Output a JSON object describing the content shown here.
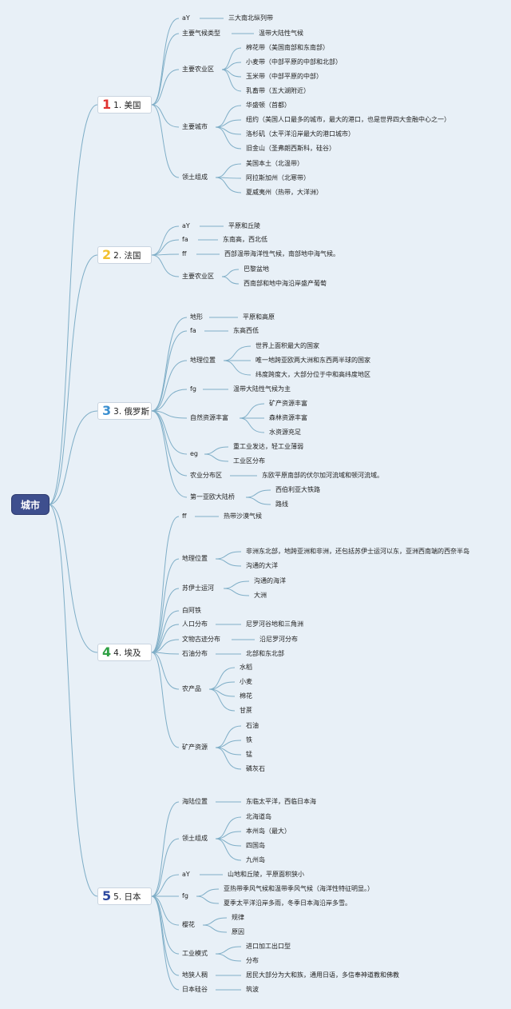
{
  "root": "城市",
  "branches": [
    {
      "num": "1",
      "label": "1. 美国",
      "color": "#e0322f",
      "children": [
        {
          "label": "aY",
          "items": [
            "三大南北纵列带"
          ]
        },
        {
          "label": "主要气候类型",
          "items": [
            "温带大陆性气候"
          ]
        },
        {
          "label": "主要农业区",
          "items": [
            "棉花带（美国南部和东南部）",
            "小麦带（中部平原的中部和北部）",
            "玉米带（中部平原的中部）",
            "乳畜带（五大湖附近）"
          ]
        },
        {
          "label": "主要城市",
          "items": [
            "华盛顿（首都）",
            "纽约（美国人口最多的城市，最大的港口，也是世界四大金融中心之一）",
            "洛杉矶（太平洋沿岸最大的港口城市）",
            "旧金山（圣弗朗西斯科，硅谷）"
          ]
        },
        {
          "label": "领土组成",
          "items": [
            "美国本土（北温带）",
            "阿拉斯加州（北寒带）",
            "夏威夷州（热带，大洋洲）"
          ]
        }
      ]
    },
    {
      "num": "2",
      "label": "2. 法国",
      "color": "#f2c12e",
      "children": [
        {
          "label": "aY",
          "items": [
            "平原和丘陵"
          ]
        },
        {
          "label": "fa",
          "items": [
            "东南高，西北低"
          ]
        },
        {
          "label": "ff",
          "items": [
            "西部温带海洋性气候，南部地中海气候。"
          ]
        },
        {
          "label": "主要农业区",
          "items": [
            "巴黎盆地",
            "西南部和地中海沿岸盛产葡萄"
          ]
        }
      ]
    },
    {
      "num": "3",
      "label": "3. 俄罗斯",
      "color": "#3a8fd0",
      "children": [
        {
          "label": "地形",
          "items": [
            "平原和高原"
          ]
        },
        {
          "label": "fa",
          "items": [
            "东高西低"
          ]
        },
        {
          "label": "地理位置",
          "items": [
            "世界上面积最大的国家",
            "唯一地跨亚欧两大洲和东西两半球的国家",
            "纬度跨度大，大部分位于中和高纬度地区"
          ]
        },
        {
          "label": "fg",
          "items": [
            "温带大陆性气候为主"
          ]
        },
        {
          "label": "自然资源丰富",
          "items": [
            "矿产资源丰富",
            "森林资源丰富",
            "水资源充足"
          ]
        },
        {
          "label": "eg",
          "items": [
            "重工业发达，轻工业薄弱",
            "工业区分布"
          ]
        },
        {
          "label": "农业分布区",
          "items": [
            "东欧平原南部的伏尔加河流域和顿河流域。"
          ]
        },
        {
          "label": "第一亚欧大陆桥",
          "items": [
            "西伯利亚大铁路",
            "路线"
          ]
        }
      ]
    },
    {
      "num": "4",
      "label": "4. 埃及",
      "color": "#2ea043",
      "children": [
        {
          "label": "ff",
          "items": [
            "热带沙漠气候"
          ]
        },
        {
          "label": "地理位置",
          "items": [
            "非洲东北部，地跨亚洲和非洲，还包括苏伊士运河以东，亚洲西南端的西奈半岛",
            "沟通的大洋"
          ]
        },
        {
          "label": "苏伊士运河",
          "items": [
            "沟通的海洋",
            "大洲"
          ]
        },
        {
          "label": "白阿铁",
          "items": []
        },
        {
          "label": "人口分布",
          "items": [
            "尼罗河谷地和三角洲"
          ]
        },
        {
          "label": "文物古迹分布",
          "items": [
            "沿尼罗河分布"
          ]
        },
        {
          "label": "石油分布",
          "items": [
            "北部和东北部"
          ]
        },
        {
          "label": "农产品",
          "items": [
            "水稻",
            "小麦",
            "棉花",
            "甘蔗"
          ]
        },
        {
          "label": "矿产资源",
          "items": [
            "石油",
            "铁",
            "锰",
            "磷灰石"
          ]
        }
      ]
    },
    {
      "num": "5",
      "label": "5. 日本",
      "color": "#2e4aa0",
      "children": [
        {
          "label": "海陆位置",
          "items": [
            "东临太平洋，西临日本海"
          ]
        },
        {
          "label": "领土组成",
          "items": [
            "北海道岛",
            "本州岛（最大）",
            "四国岛",
            "九州岛"
          ]
        },
        {
          "label": "aY",
          "items": [
            "山地和丘陵，平原面积狭小"
          ]
        },
        {
          "label": "fg",
          "items": [
            "亚热带季风气候和温带季风气候（海洋性特征明显。）",
            "夏季太平洋沿岸多雨，冬季日本海沿岸多雪。"
          ]
        },
        {
          "label": "樱花",
          "items": [
            "规律",
            "原因"
          ]
        },
        {
          "label": "工业模式",
          "items": [
            "进口加工出口型",
            "分布"
          ]
        },
        {
          "label": "地狭人稠",
          "items": [
            "居民大部分为大和族，通用日语，多信奉神道教和佛教"
          ]
        },
        {
          "label": "日本硅谷",
          "items": [
            "筑波"
          ]
        }
      ]
    }
  ]
}
